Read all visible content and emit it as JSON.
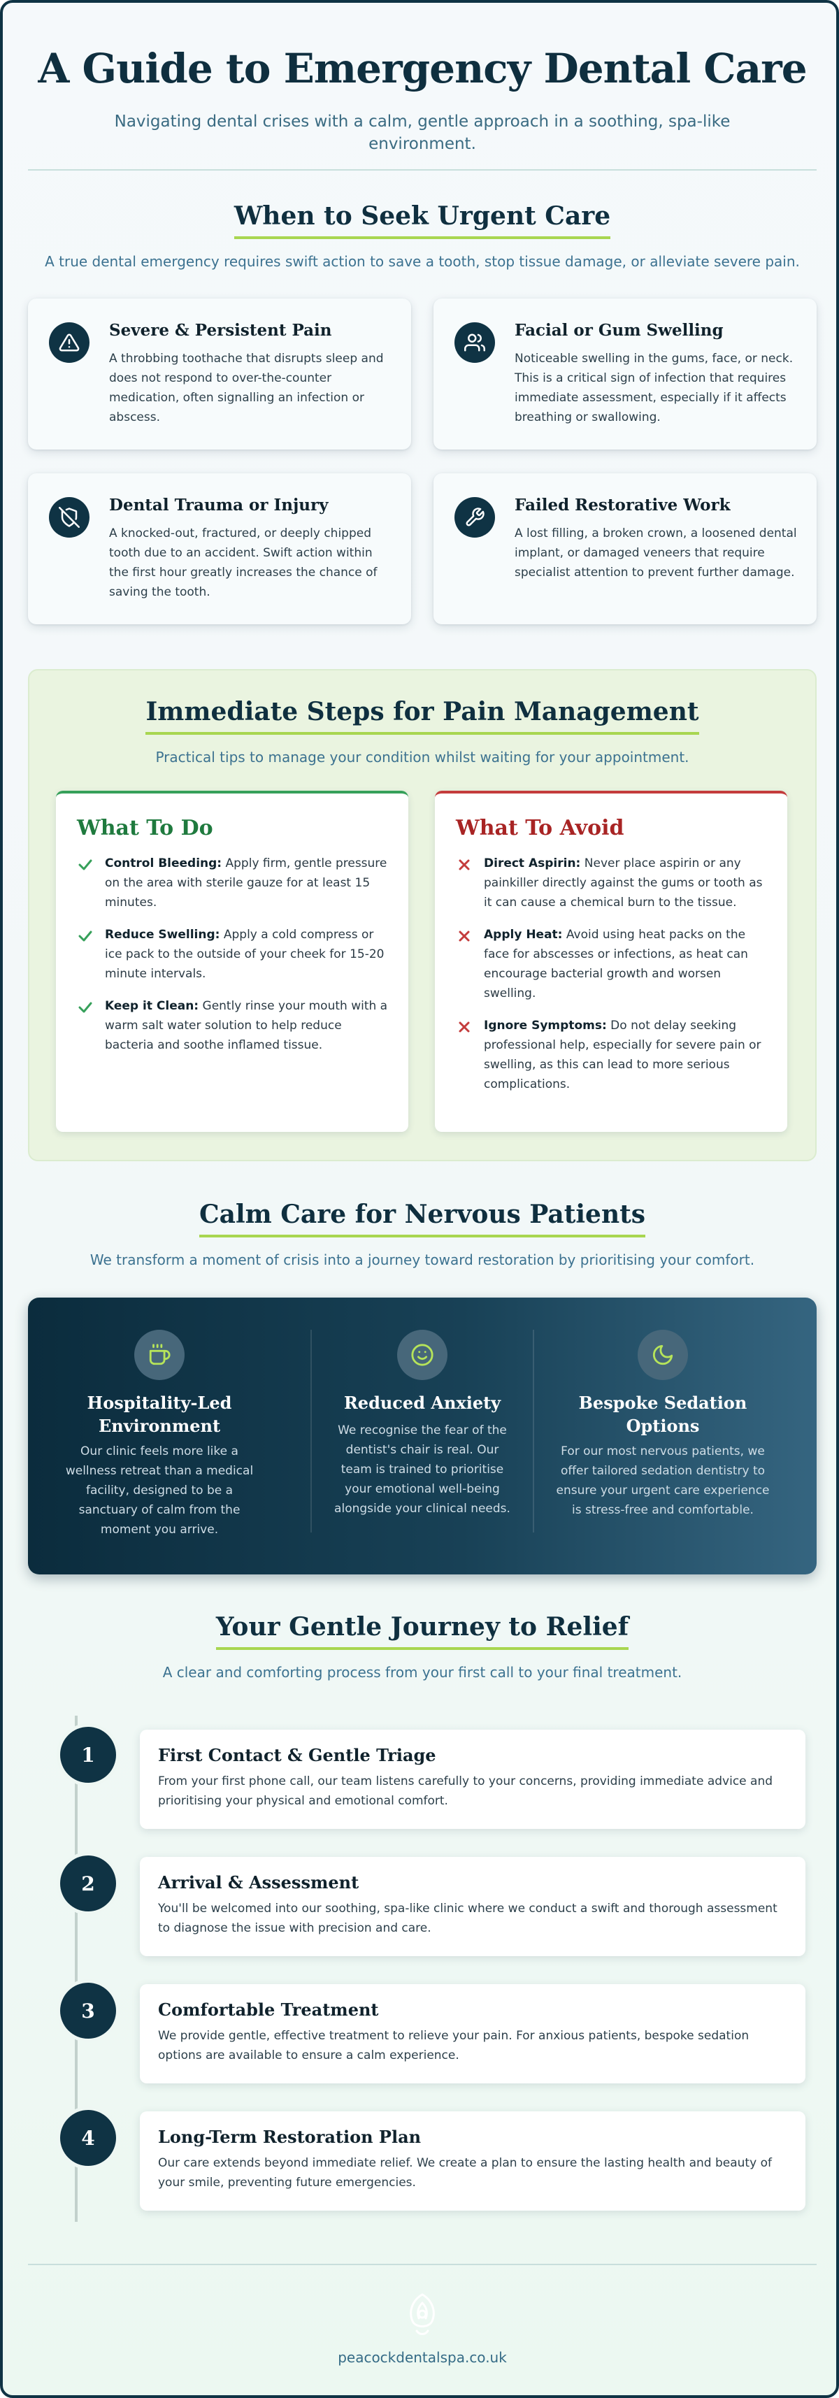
{
  "hero": {
    "title": "A Guide to Emergency Dental Care",
    "subtitle": "Navigating dental crises with a calm, gentle approach in a soothing, spa-like environment."
  },
  "urgent": {
    "title": "When to Seek Urgent Care",
    "intro": "A true dental emergency requires swift action to save a tooth, stop tissue damage, or alleviate severe pain.",
    "cards": [
      {
        "icon": "warning-triangle-icon",
        "title": "Severe & Persistent Pain",
        "text": "A throbbing toothache that disrupts sleep and does not respond to over-the-counter medication, often signalling an infection or abscess."
      },
      {
        "icon": "people-icon",
        "title": "Facial or Gum Swelling",
        "text": "Noticeable swelling in the gums, face, or neck. This is a critical sign of infection that requires immediate assessment, especially if it affects breathing or swallowing."
      },
      {
        "icon": "shield-off-icon",
        "title": "Dental Trauma or Injury",
        "text": "A knocked-out, fractured, or deeply chipped tooth due to an accident. Swift action within the first hour greatly increases the chance of saving the tooth."
      },
      {
        "icon": "wrench-icon",
        "title": "Failed Restorative Work",
        "text": "A lost filling, a broken crown, a loosened dental implant, or damaged veneers that require specialist attention to prevent further damage."
      }
    ]
  },
  "steps": {
    "title": "Immediate Steps for Pain Management",
    "intro": "Practical tips to manage your condition whilst waiting for your appointment.",
    "do": {
      "title": "What To Do",
      "items": [
        {
          "label": "Control Bleeding:",
          "text": "Apply firm, gentle pressure on the area with sterile gauze for at least 15 minutes."
        },
        {
          "label": "Reduce Swelling:",
          "text": "Apply a cold compress or ice pack to the outside of your cheek for 15-20 minute intervals."
        },
        {
          "label": "Keep it Clean:",
          "text": "Gently rinse your mouth with a warm salt water solution to help reduce bacteria and soothe inflamed tissue."
        }
      ]
    },
    "avoid": {
      "title": "What To Avoid",
      "items": [
        {
          "label": "Direct Aspirin:",
          "text": "Never place aspirin or any painkiller directly against the gums or tooth as it can cause a chemical burn to the tissue."
        },
        {
          "label": "Apply Heat:",
          "text": "Avoid using heat packs on the face for abscesses or infections, as heat can encourage bacterial growth and worsen swelling."
        },
        {
          "label": "Ignore Symptoms:",
          "text": "Do not delay seeking professional help, especially for severe pain or swelling, as this can lead to more serious complications."
        }
      ]
    }
  },
  "calm": {
    "title": "Calm Care for Nervous Patients",
    "intro": "We transform a moment of crisis into a journey toward restoration by prioritising your comfort.",
    "cols": [
      {
        "icon": "coffee-cup-icon",
        "title": "Hospitality-Led Environment",
        "text": "Our clinic feels more like a wellness retreat than a medical facility, designed to be a sanctuary of calm from the moment you arrive."
      },
      {
        "icon": "smile-icon",
        "title": "Reduced Anxiety",
        "text": "We recognise the fear of the dentist's chair is real. Our team is trained to prioritise your emotional well-being alongside your clinical needs."
      },
      {
        "icon": "moon-icon",
        "title": "Bespoke Sedation Options",
        "text": "For our most nervous patients, we offer tailored sedation dentistry to ensure your urgent care experience is stress-free and comfortable."
      }
    ]
  },
  "journey": {
    "title": "Your Gentle Journey to Relief",
    "intro": "A clear and comforting process from your first call to your final treatment.",
    "steps": [
      {
        "num": "1",
        "title": "First Contact & Gentle Triage",
        "text": "From your first phone call, our team listens carefully to your concerns, providing immediate advice and prioritising your physical and emotional comfort."
      },
      {
        "num": "2",
        "title": "Arrival & Assessment",
        "text": "You'll be welcomed into our soothing, spa-like clinic where we conduct a swift and thorough assessment to diagnose the issue with precision and care."
      },
      {
        "num": "3",
        "title": "Comfortable Treatment",
        "text": "We provide gentle, effective treatment to relieve your pain. For anxious patients, bespoke sedation options are available to ensure a calm experience."
      },
      {
        "num": "4",
        "title": "Long-Term Restoration Plan",
        "text": "Our care extends beyond immediate relief. We create a plan to ensure the lasting health and beauty of your smile, preventing future emergencies."
      }
    ]
  },
  "footer": {
    "logo_icon": "peacock-logo-icon",
    "url": "peacockdentalspa.co.uk"
  },
  "colors": {
    "navy": "#0f3344",
    "accent_green": "#a8d650",
    "do_green": "#36a05a",
    "avoid_red": "#c43c3c"
  }
}
